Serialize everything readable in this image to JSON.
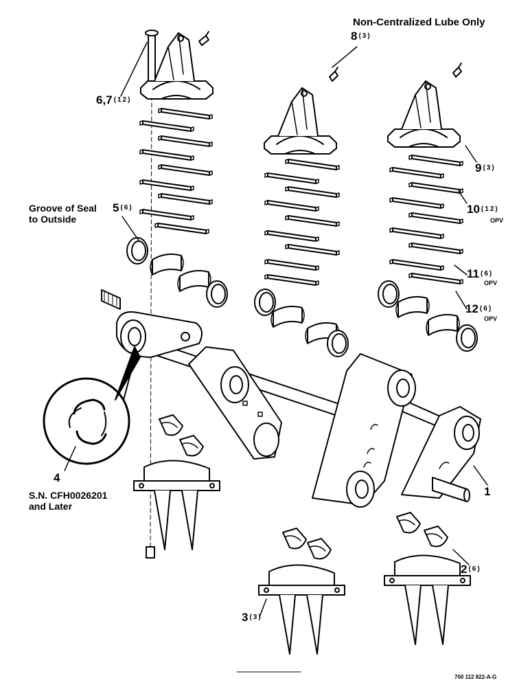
{
  "header": {
    "note": "Non-Centralized Lube Only"
  },
  "callouts": {
    "c1": {
      "num": "1",
      "qty": ""
    },
    "c2": {
      "num": "2",
      "qty": "(6)"
    },
    "c3": {
      "num": "3",
      "qty": "(3)"
    },
    "c4": {
      "num": "4",
      "qty": ""
    },
    "c5": {
      "num": "5",
      "qty": "(6)"
    },
    "c67": {
      "num": "6,7",
      "qty": "(12)"
    },
    "c8": {
      "num": "8",
      "qty": "(3)"
    },
    "c9": {
      "num": "9",
      "qty": "(3)"
    },
    "c10": {
      "num": "10",
      "qty": "(12)",
      "sub": "OPV"
    },
    "c11": {
      "num": "11",
      "qty": "(6)",
      "sub": "OPV"
    },
    "c12": {
      "num": "12",
      "qty": "(6)",
      "sub": "OPV"
    }
  },
  "notes": {
    "groove_line1": "Groove of Seal",
    "groove_line2": "to Outside",
    "sn_line1": "S.N. CFH0026201",
    "sn_line2": "and Later"
  },
  "footer": {
    "part_number": "700 112 822-A-G"
  }
}
